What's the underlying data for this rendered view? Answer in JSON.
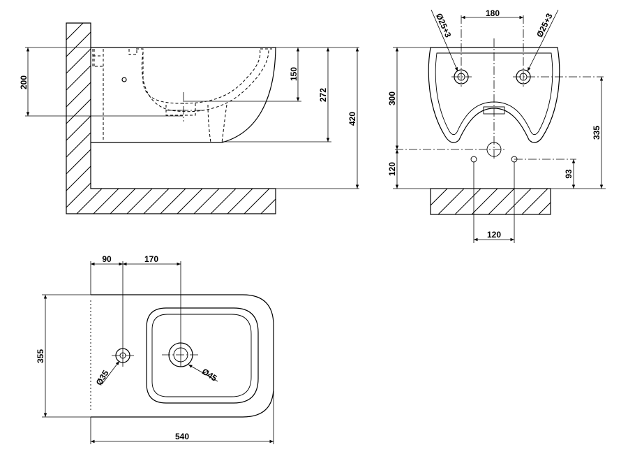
{
  "side_view": {
    "dim_height_200": "200",
    "dim_height_150": "150",
    "dim_height_272": "272",
    "dim_height_420": "420"
  },
  "front_view": {
    "dim_width_180": "180",
    "dim_hole_left": "Ø25+3",
    "dim_hole_right": "Ø25+3",
    "dim_height_300": "300",
    "dim_height_120": "120",
    "dim_height_335": "335",
    "dim_height_93": "93",
    "dim_width_120": "120"
  },
  "top_view": {
    "dim_width_90": "90",
    "dim_width_170": "170",
    "dim_height_355": "355",
    "dim_hole_35": "Ø35",
    "dim_hole_45": "Ø45",
    "dim_width_540": "540"
  }
}
